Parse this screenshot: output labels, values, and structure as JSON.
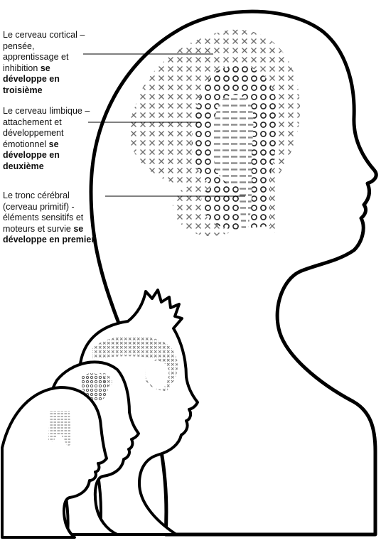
{
  "labels": {
    "cortex": {
      "text": "Le cerveau cortical – pensée, apprentissage et inhibition",
      "emphasis": "se développe en troisième"
    },
    "limbic": {
      "text": "Le cerveau limbique – attachement et développement émotionnel",
      "emphasis": "se développe en deuxième"
    },
    "brainstem": {
      "text": "Le tronc cérébral (cerveau primitif) - éléments sensitifs et moteurs et survie",
      "emphasis": "se développe en premier"
    }
  },
  "patterns": {
    "cortex": "cross",
    "limbic": "circle",
    "brainstem": "dash"
  },
  "colors": {
    "outline": "#000000",
    "pattern": "#6d6d6d",
    "text": "#111111"
  }
}
